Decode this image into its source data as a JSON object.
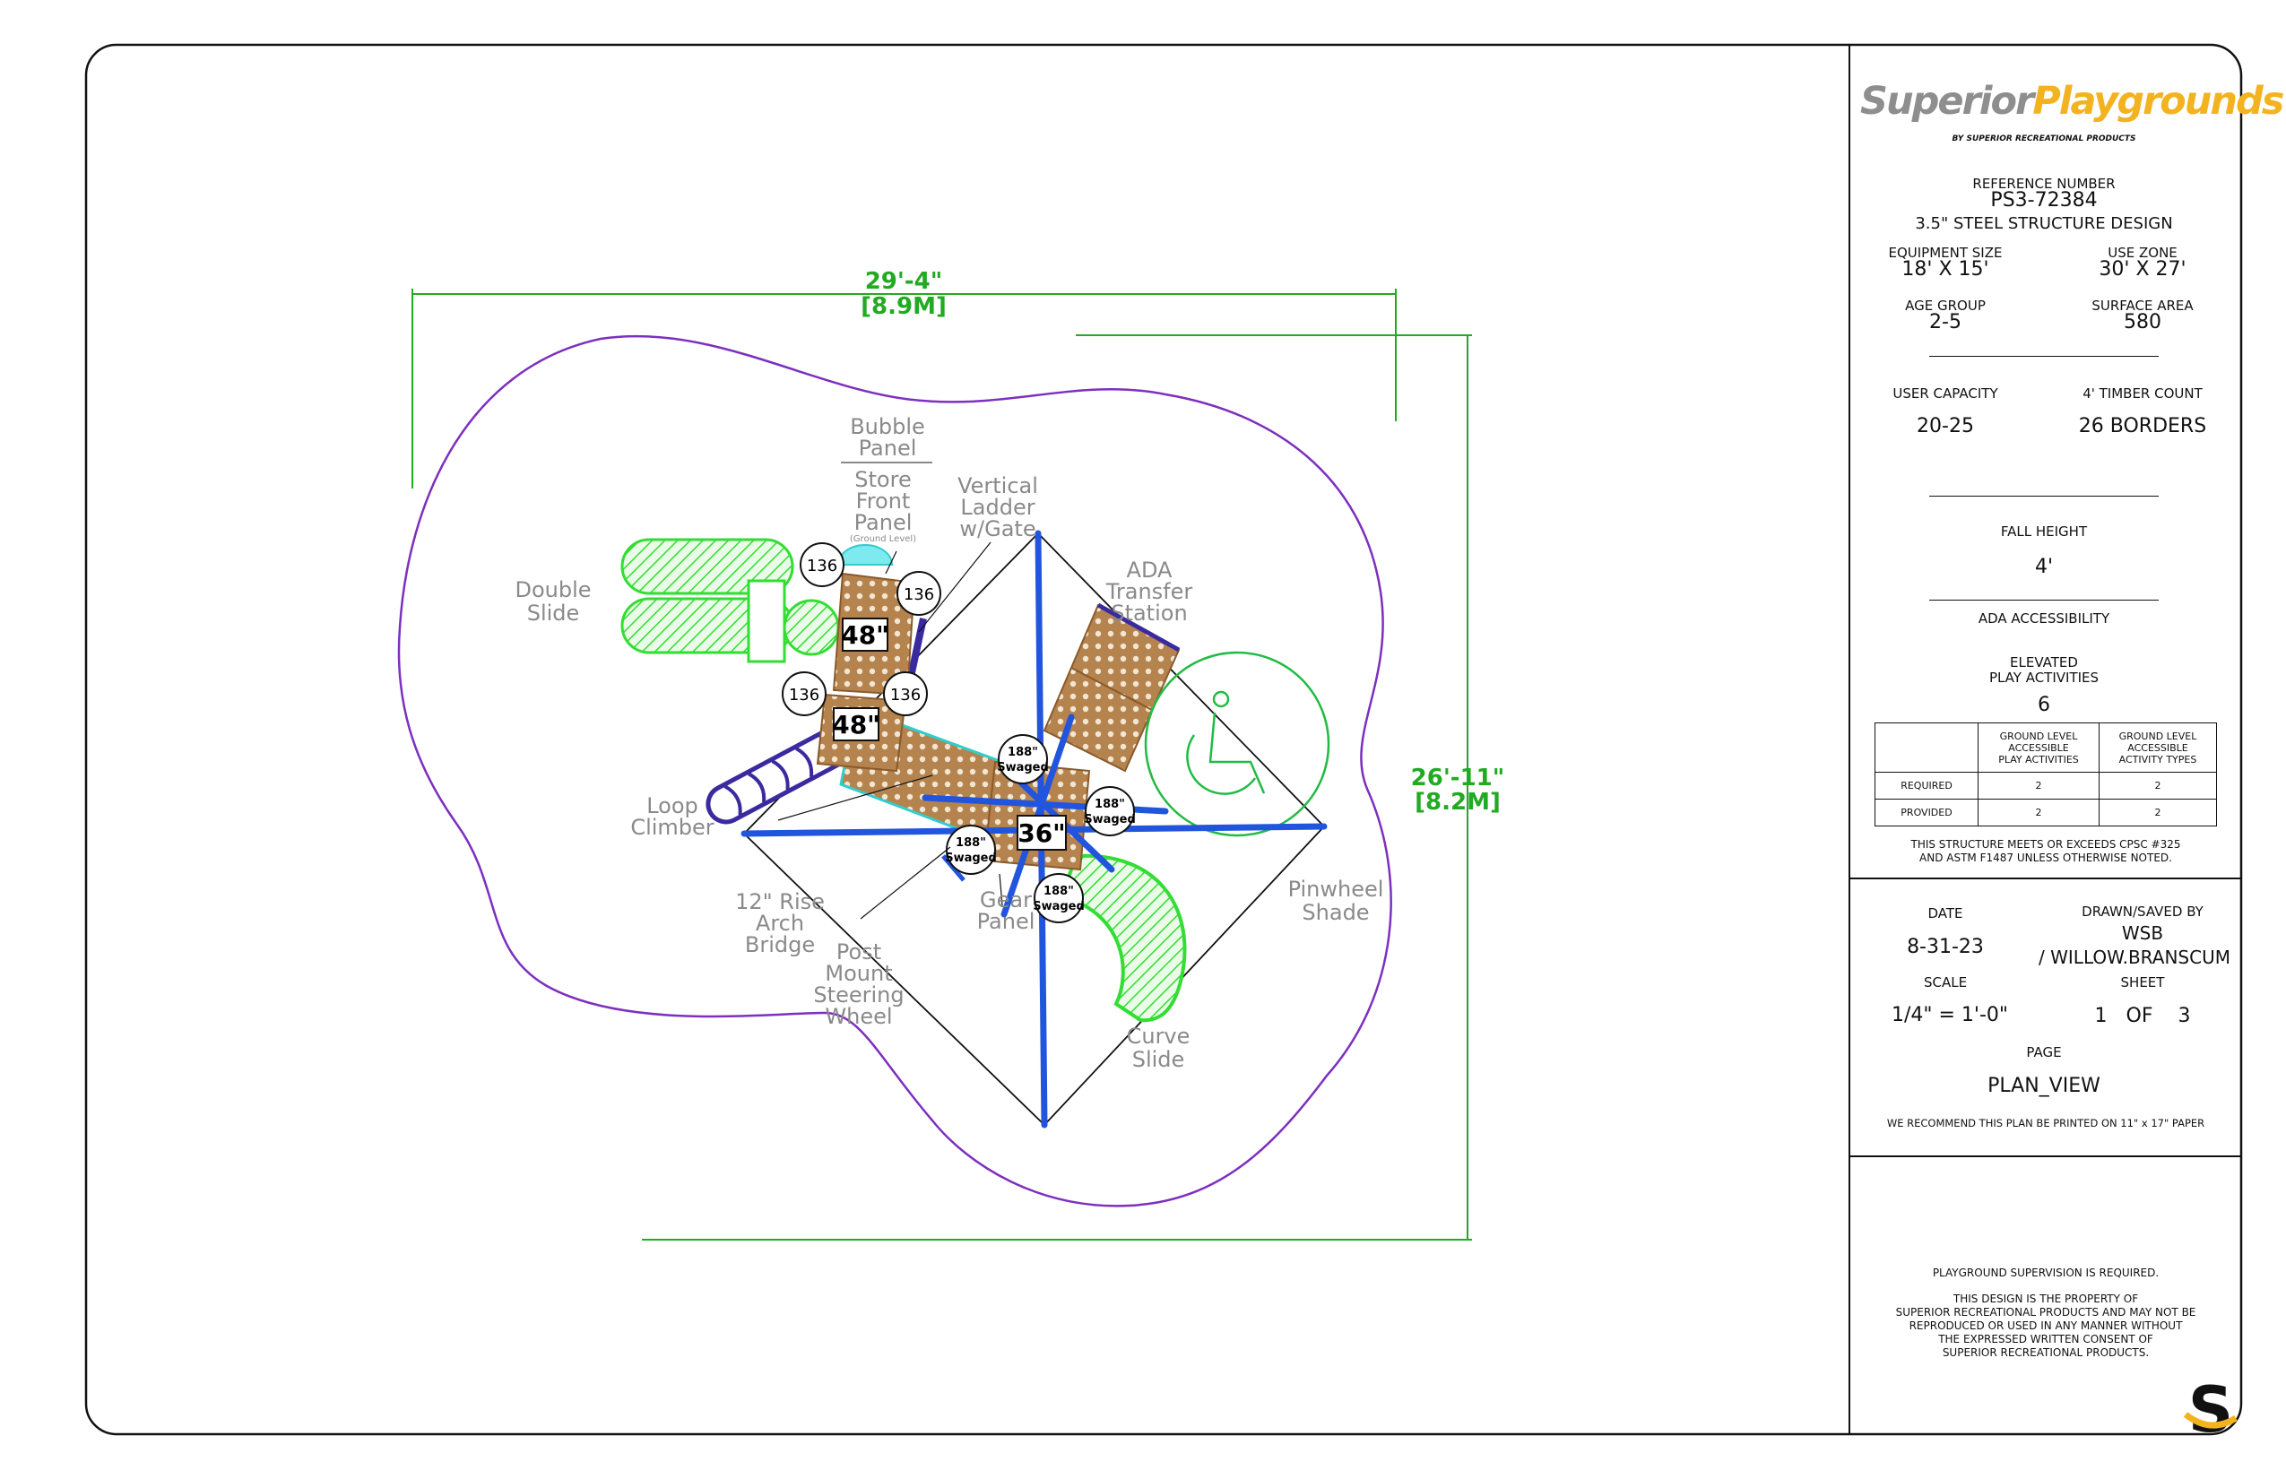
{
  "drawing": {
    "dimension_width": "29'-4\"",
    "dimension_width_metric": "[8.9M]",
    "dimension_depth": "26'-11\"",
    "dimension_depth_metric": "[8.2M]",
    "deck_heights": [
      "48\"",
      "48\"",
      "36\""
    ],
    "post_heights": [
      "136",
      "136",
      "136",
      "136"
    ],
    "swaged_posts": [
      {
        "height": "188\"",
        "label": "Swaged"
      },
      {
        "height": "188\"",
        "label": "Swaged"
      },
      {
        "height": "188\"",
        "label": "Swaged"
      },
      {
        "height": "188\"",
        "label": "Swaged"
      }
    ],
    "labels": {
      "double_slide": [
        "Double",
        "Slide"
      ],
      "bubble_panel": [
        "Bubble",
        "Panel"
      ],
      "store_front_panel": [
        "Store",
        "Front",
        "Panel"
      ],
      "store_front_note": "(Ground Level)",
      "vertical_ladder": [
        "Vertical",
        "Ladder",
        "w/Gate"
      ],
      "ada_transfer": [
        "ADA",
        "Transfer",
        "Station"
      ],
      "loop_climber": [
        "Loop",
        "Climber"
      ],
      "arch_bridge": [
        "12\" Rise",
        "Arch",
        "Bridge"
      ],
      "steering_wheel": [
        "Post",
        "Mount",
        "Steering",
        "Wheel"
      ],
      "gear_panel": [
        "Gear",
        "Panel"
      ],
      "curve_slide": [
        "Curve",
        "Slide"
      ],
      "pinwheel_shade": [
        "Pinwheel",
        "Shade"
      ]
    },
    "colors": {
      "use_zone": "#7d2fbf",
      "dimension": "#22aa22",
      "slide": "#33dd33",
      "deck": "#b5834e",
      "post": "#2255dd",
      "climber": "#3a2aa0",
      "label_gray": "#8a8a8a",
      "ada_circle": "#22bb44"
    }
  },
  "title_block": {
    "brand_part1": "Superior",
    "brand_part2": "Playgrounds",
    "byline": "BY SUPERIOR RECREATIONAL PRODUCTS",
    "reference_label": "REFERENCE NUMBER",
    "reference_number": "PS3-72384",
    "structure_design": "3.5\"  STEEL STRUCTURE DESIGN",
    "equipment_size_label": "EQUIPMENT SIZE",
    "equipment_size": "18' X 15'",
    "use_zone_label": "USE ZONE",
    "use_zone": "30' X 27'",
    "age_group_label": "AGE GROUP",
    "age_group": "2-5",
    "surface_area_label": "SURFACE AREA",
    "surface_area": "580",
    "user_capacity_label": "USER CAPACITY",
    "user_capacity": "20-25",
    "timber_count_label": "4' TIMBER COUNT",
    "timber_count": "26 BORDERS",
    "fall_height_label": "FALL HEIGHT",
    "fall_height": "4'",
    "ada_label": "ADA ACCESSIBILITY",
    "elevated_label_1": "ELEVATED",
    "elevated_label_2": "PLAY ACTIVITIES",
    "elevated_value": "6",
    "ada_table": {
      "col1": [
        "GROUND LEVEL",
        "ACCESSIBLE",
        "PLAY ACTIVITIES"
      ],
      "col2": [
        "GROUND LEVEL",
        "ACCESSIBLE",
        "ACTIVITY TYPES"
      ],
      "rows": [
        {
          "label": "REQUIRED",
          "a": "2",
          "b": "2"
        },
        {
          "label": "PROVIDED",
          "a": "2",
          "b": "2"
        }
      ]
    },
    "compliance_1": "THIS STRUCTURE MEETS OR EXCEEDS CPSC #325",
    "compliance_2": "AND ASTM F1487 UNLESS OTHERWISE NOTED.",
    "date_label": "DATE",
    "date": "8-31-23",
    "drawn_label": "DRAWN/SAVED BY",
    "drawn_by_1": "WSB",
    "drawn_by_2": "/ WILLOW.BRANSCUM",
    "scale_label": "SCALE",
    "scale": "1/4\" = 1'-0\"",
    "sheet_label": "SHEET",
    "sheet": "1   OF    3",
    "page_label": "PAGE",
    "page": "PLAN_VIEW",
    "print_note": "WE RECOMMEND THIS PLAN BE PRINTED ON 11\" x 17\" PAPER",
    "supervision": "PLAYGROUND SUPERVISION IS REQUIRED.",
    "property_1": "THIS DESIGN IS THE PROPERTY OF",
    "property_2": "SUPERIOR RECREATIONAL PRODUCTS AND MAY NOT BE",
    "property_3": "REPRODUCED OR USED IN ANY MANNER WITHOUT",
    "property_4": "THE EXPRESSED WRITTEN CONSENT OF",
    "property_5": "SUPERIOR RECREATIONAL PRODUCTS.",
    "corner_logo": "S"
  }
}
